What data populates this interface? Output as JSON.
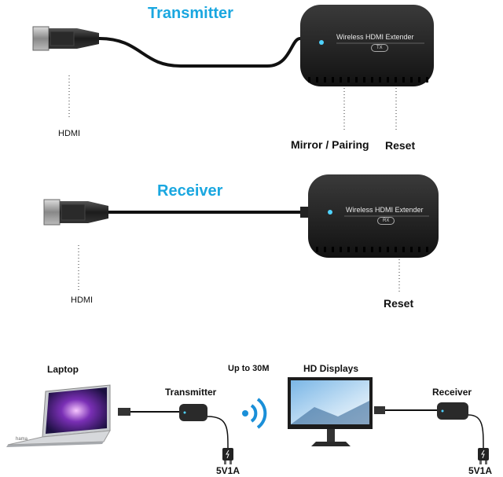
{
  "transmitter_section": {
    "title": "Transmitter",
    "device_text": "Wireless HDMI Extender",
    "device_badge": "TX",
    "hdmi_label": "HDMI",
    "button_labels": [
      "Mirror / Pairing",
      "Reset"
    ]
  },
  "receiver_section": {
    "title": "Receiver",
    "device_text": "Wireless HDMI Extender",
    "device_badge": "RX",
    "hdmi_label": "HDMI",
    "button_label": "Reset"
  },
  "setup_diagram": {
    "laptop_label": "Laptop",
    "laptop_brand": "hama",
    "transmitter_label": "Transmitter",
    "range_label": "Up to 30M",
    "displays_label": "HD Displays",
    "receiver_label": "Receiver",
    "power_left": "5V1A",
    "power_right": "5V1A"
  },
  "colors": {
    "title_blue": "#1aa7e0",
    "device_body": "#2b2b2b",
    "led": "#4fd3ff",
    "wifi_blue": "#1a8fd8"
  }
}
